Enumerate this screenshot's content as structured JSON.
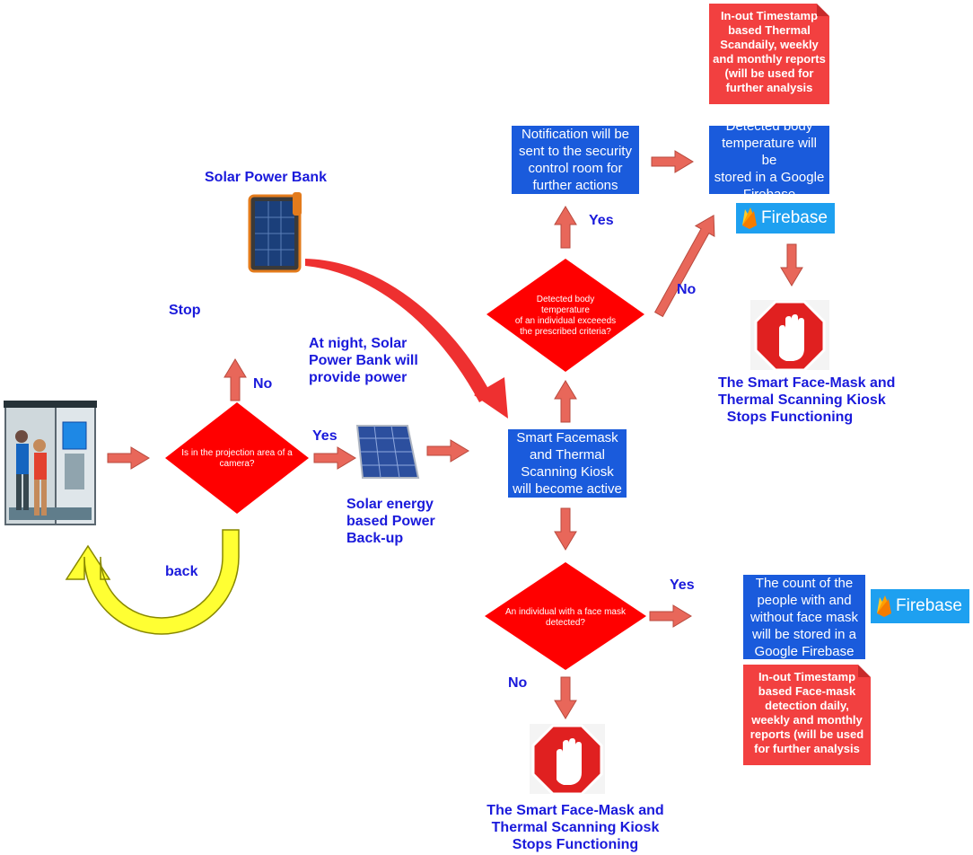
{
  "labels": {
    "solar_power_bank": "Solar Power Bank",
    "stop": "Stop",
    "no_top": "No",
    "night_line1": "At night, Solar",
    "night_line2": "Power Bank will",
    "night_line3": "provide power",
    "yes_camera": "Yes",
    "solar_energy_line1": "Solar energy",
    "solar_energy_line2": "based Power",
    "solar_energy_line3": "Back-up",
    "back": "back",
    "yes_temp": "Yes",
    "no_temp": "No",
    "yes_mask": "Yes",
    "no_mask": "No",
    "stop_right_line1": "The Smart Face-Mask and",
    "stop_right_line2": "Thermal Scanning Kiosk",
    "stop_right_line3": "Stops Functioning",
    "stop_bottom_line1": "The Smart Face-Mask and",
    "stop_bottom_line2": "Thermal Scanning Kiosk",
    "stop_bottom_line3": "Stops Functioning"
  },
  "decisions": {
    "camera_line1": "Is in the projection area of a",
    "camera_line2": "camera?",
    "temp_line1": "Detected body",
    "temp_line2": "temperature",
    "temp_line3": "of an individual exceeeds",
    "temp_line4": "the prescribed criteria?",
    "mask_line1": "An individual with a face mask",
    "mask_line2": "detected?"
  },
  "boxes": {
    "kiosk_line1": "Smart Facemask",
    "kiosk_line2": "and Thermal",
    "kiosk_line3": "Scanning Kiosk",
    "kiosk_line4": "will become active",
    "notify_line1": "Notification will be",
    "notify_line2": "sent to the security",
    "notify_line3": "control room for",
    "notify_line4": "further actions",
    "store_temp_line1": "Detected body",
    "store_temp_line2": "temperature will be",
    "store_temp_line3": "stored in a Google",
    "store_temp_line4": "Firebase",
    "count_line1": "The count of the",
    "count_line2": "people with and",
    "count_line3": "without face mask",
    "count_line4": "will be stored in a",
    "count_line5": "Google Firebase"
  },
  "notes": {
    "thermal_line1": "In-out Timestamp",
    "thermal_line2": "based Thermal",
    "thermal_line3": "Scandaily, weekly",
    "thermal_line4": "and monthly  reports",
    "thermal_line5": "(will  be used for",
    "thermal_line6": "further analysis",
    "mask_line1": "In-out Timestamp",
    "mask_line2": "based Face-mask",
    "mask_line3": "detection daily,",
    "mask_line4": "weekly and monthly",
    "mask_line5": "reports (will  be used",
    "mask_line6": "for further analysis"
  },
  "logos": {
    "firebase_top": "Firebase",
    "firebase_right": "Firebase"
  },
  "icons": [
    "kiosk-illustration",
    "solar-power-bank-icon",
    "solar-panel-icon",
    "stop-hand-icon",
    "firebase-logo"
  ],
  "colors": {
    "decision_fill": "#ff0000",
    "process_fill": "#1a5bdc",
    "note_fill": "#f24040",
    "arrow_fill": "#e8675a",
    "back_arrow_fill": "#ffff33",
    "label_text": "#1a1adb",
    "firebase_bg": "#1ea0f0"
  }
}
